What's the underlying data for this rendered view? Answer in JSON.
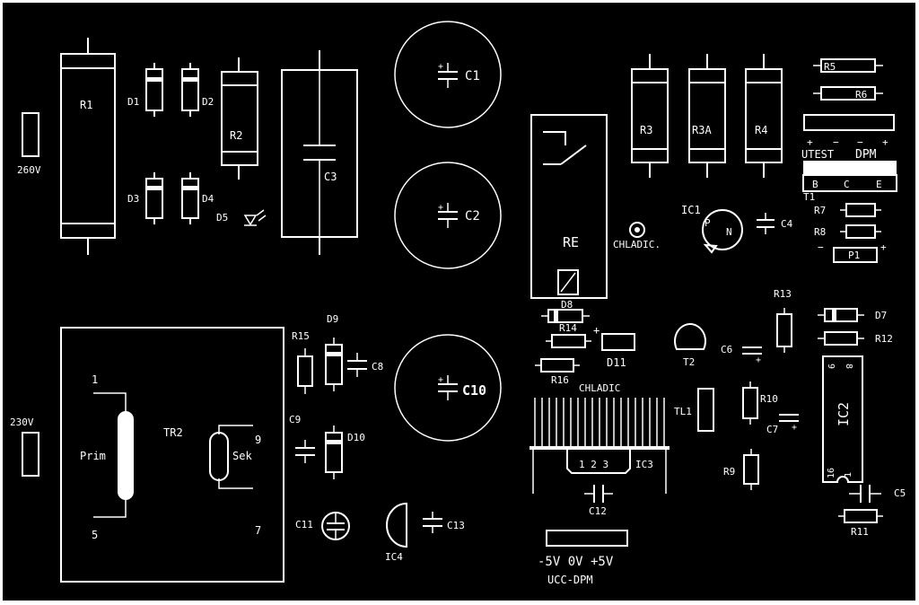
{
  "labels": {
    "R1": "R1",
    "R2": "R2",
    "R3": "R3",
    "R3A": "R3A",
    "R4": "R4",
    "R5": "R5",
    "R6": "R6",
    "R7": "R7",
    "R8": "R8",
    "R9": "R9",
    "R10": "R10",
    "R11": "R11",
    "R12": "R12",
    "R13": "R13",
    "R14": "R14",
    "R15": "R15",
    "R16": "R16",
    "D1": "D1",
    "D2": "D2",
    "D3": "D3",
    "D4": "D4",
    "D5": "D5",
    "D7": "D7",
    "D8": "D8",
    "D9": "D9",
    "D10": "D10",
    "D11": "D11",
    "C1": "C1",
    "C2": "C2",
    "C3": "C3",
    "C4": "C4",
    "C5": "C5",
    "C6": "C6",
    "C7": "C7",
    "C8": "C8",
    "C9": "C9",
    "C10": "C10",
    "C11": "C11",
    "C12": "C12",
    "C13": "C13",
    "IC1": "IC1",
    "IC2": "IC2",
    "IC3": "IC3",
    "IC4": "IC4",
    "T1": "T1",
    "T2": "T2",
    "TL1": "TL1",
    "TR2": "TR2",
    "RE": "RE",
    "P1": "P1",
    "chladic_fan": "CHLADIC.",
    "chladic_heatsink": "CHLADIC",
    "v260": "260V",
    "v230": "230V",
    "prim": "Prim",
    "sek": "Sek",
    "pin1": "1",
    "pin5": "5",
    "pin9": "9",
    "pin7": "7",
    "ic1_p": "P",
    "ic1_n": "N",
    "utest": "UTEST",
    "dpm": "DPM",
    "t1_b": "B",
    "t1_c": "C",
    "t1_e": "E",
    "ic2_pin9": "9",
    "ic2_pin8": "8",
    "ic2_pin16": "16",
    "ic2_pin1": "1",
    "ic3_pins": "1 2 3",
    "vout": "-5V 0V +5V",
    "ucc_dpm": "UCC-DPM",
    "plus": "+",
    "minus": "−"
  }
}
